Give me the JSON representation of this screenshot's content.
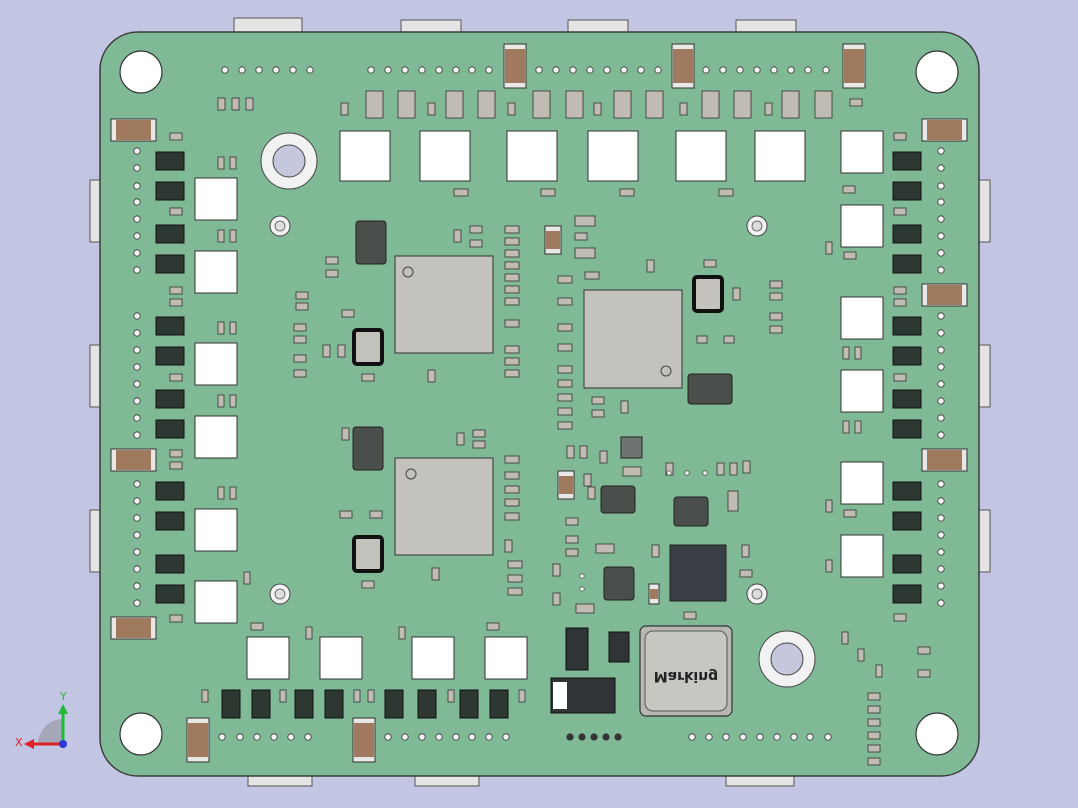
{
  "scene": {
    "background": "#c3c6e2",
    "board_color": "#7fb996",
    "board_edge": "#3b3b3b",
    "pad_color": "#ffffff",
    "ic_color": "#c4c2bc",
    "dark_part": "#2f3a34",
    "resistor_body": "#a07a5e",
    "capacitor_cap": "#e8e8e8"
  },
  "inductor": {
    "marking": "Marking"
  },
  "triad": {
    "x_label": "X",
    "y_label": "Y",
    "x_color": "#e0202a",
    "y_color": "#22b83a",
    "z_color": "#2b37d8"
  }
}
